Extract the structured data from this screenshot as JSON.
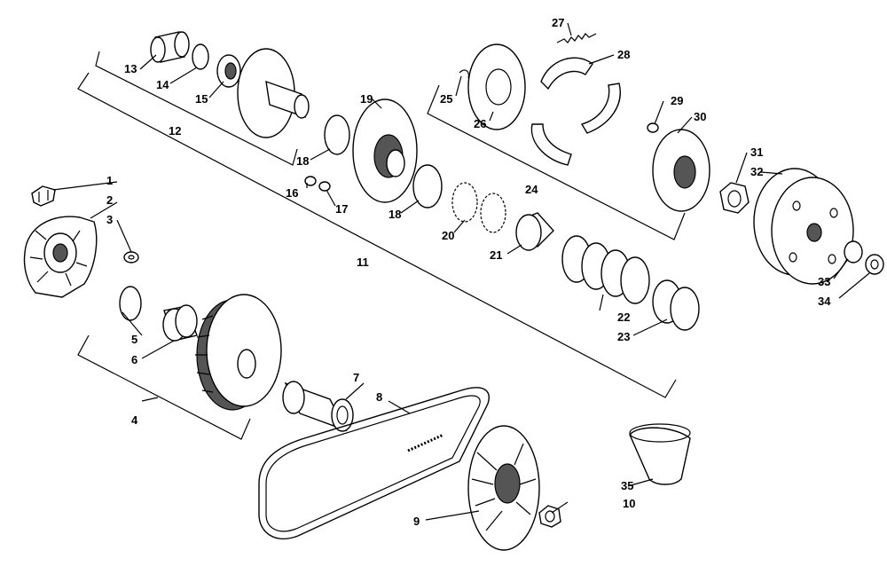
{
  "diagram": {
    "type": "exploded-parts-view",
    "callouts": [
      {
        "id": "c1",
        "text": "1"
      },
      {
        "id": "c2",
        "text": "2"
      },
      {
        "id": "c3",
        "text": "3"
      },
      {
        "id": "c4",
        "text": "4"
      },
      {
        "id": "c5",
        "text": "5"
      },
      {
        "id": "c6",
        "text": "6"
      },
      {
        "id": "c7",
        "text": "7"
      },
      {
        "id": "c8",
        "text": "8"
      },
      {
        "id": "c9",
        "text": "9"
      },
      {
        "id": "c10",
        "text": "10"
      },
      {
        "id": "c11",
        "text": "11"
      },
      {
        "id": "c12",
        "text": "12"
      },
      {
        "id": "c13",
        "text": "13"
      },
      {
        "id": "c14",
        "text": "14"
      },
      {
        "id": "c15",
        "text": "15"
      },
      {
        "id": "c16",
        "text": "16"
      },
      {
        "id": "c17",
        "text": "17"
      },
      {
        "id": "c18a",
        "text": "18"
      },
      {
        "id": "c18b",
        "text": "18"
      },
      {
        "id": "c19",
        "text": "19"
      },
      {
        "id": "c20",
        "text": "20"
      },
      {
        "id": "c21",
        "text": "21"
      },
      {
        "id": "c22",
        "text": "22"
      },
      {
        "id": "c23",
        "text": "23"
      },
      {
        "id": "c24",
        "text": "24"
      },
      {
        "id": "c25",
        "text": "25"
      },
      {
        "id": "c26",
        "text": "26"
      },
      {
        "id": "c27",
        "text": "27"
      },
      {
        "id": "c28",
        "text": "28"
      },
      {
        "id": "c29",
        "text": "29"
      },
      {
        "id": "c30",
        "text": "30"
      },
      {
        "id": "c31",
        "text": "31"
      },
      {
        "id": "c32",
        "text": "32"
      },
      {
        "id": "c33",
        "text": "33"
      },
      {
        "id": "c34",
        "text": "34"
      },
      {
        "id": "c35",
        "text": "35"
      }
    ]
  }
}
